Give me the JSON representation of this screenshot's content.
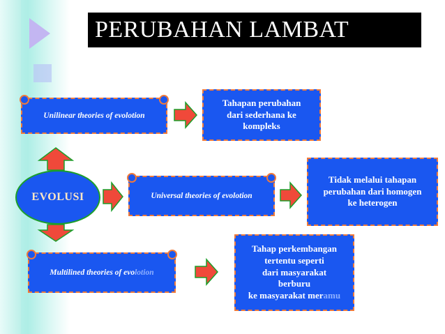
{
  "title": "PERUBAHAN LAMBAT",
  "center": "EVOLUSI",
  "theories": {
    "unilinear": "Unilinear theories of evolotion",
    "universal": "Universal theories of evolotion",
    "multilined_main": "Multilined theories of evo",
    "multilined_faded": "lotion"
  },
  "results": {
    "top": [
      "Tahapan perubahan",
      "dari sederhana ke",
      "kompleks"
    ],
    "middle": [
      "Tidak melalui tahapan",
      "perubahan dari homogen",
      "ke heterogen"
    ],
    "bottom_lines": [
      "Tahap perkembangan",
      "tertentu seperti",
      "dari masyarakat",
      "berburu"
    ],
    "bottom_last_main": "ke masyarakat mer",
    "bottom_last_faded": "amu"
  },
  "colors": {
    "box_fill": "#1a57f0",
    "box_border": "#f07a3a",
    "arrow_fill": "#f0493a",
    "arrow_stroke": "#1c9f2a",
    "title_bg": "#000000"
  }
}
